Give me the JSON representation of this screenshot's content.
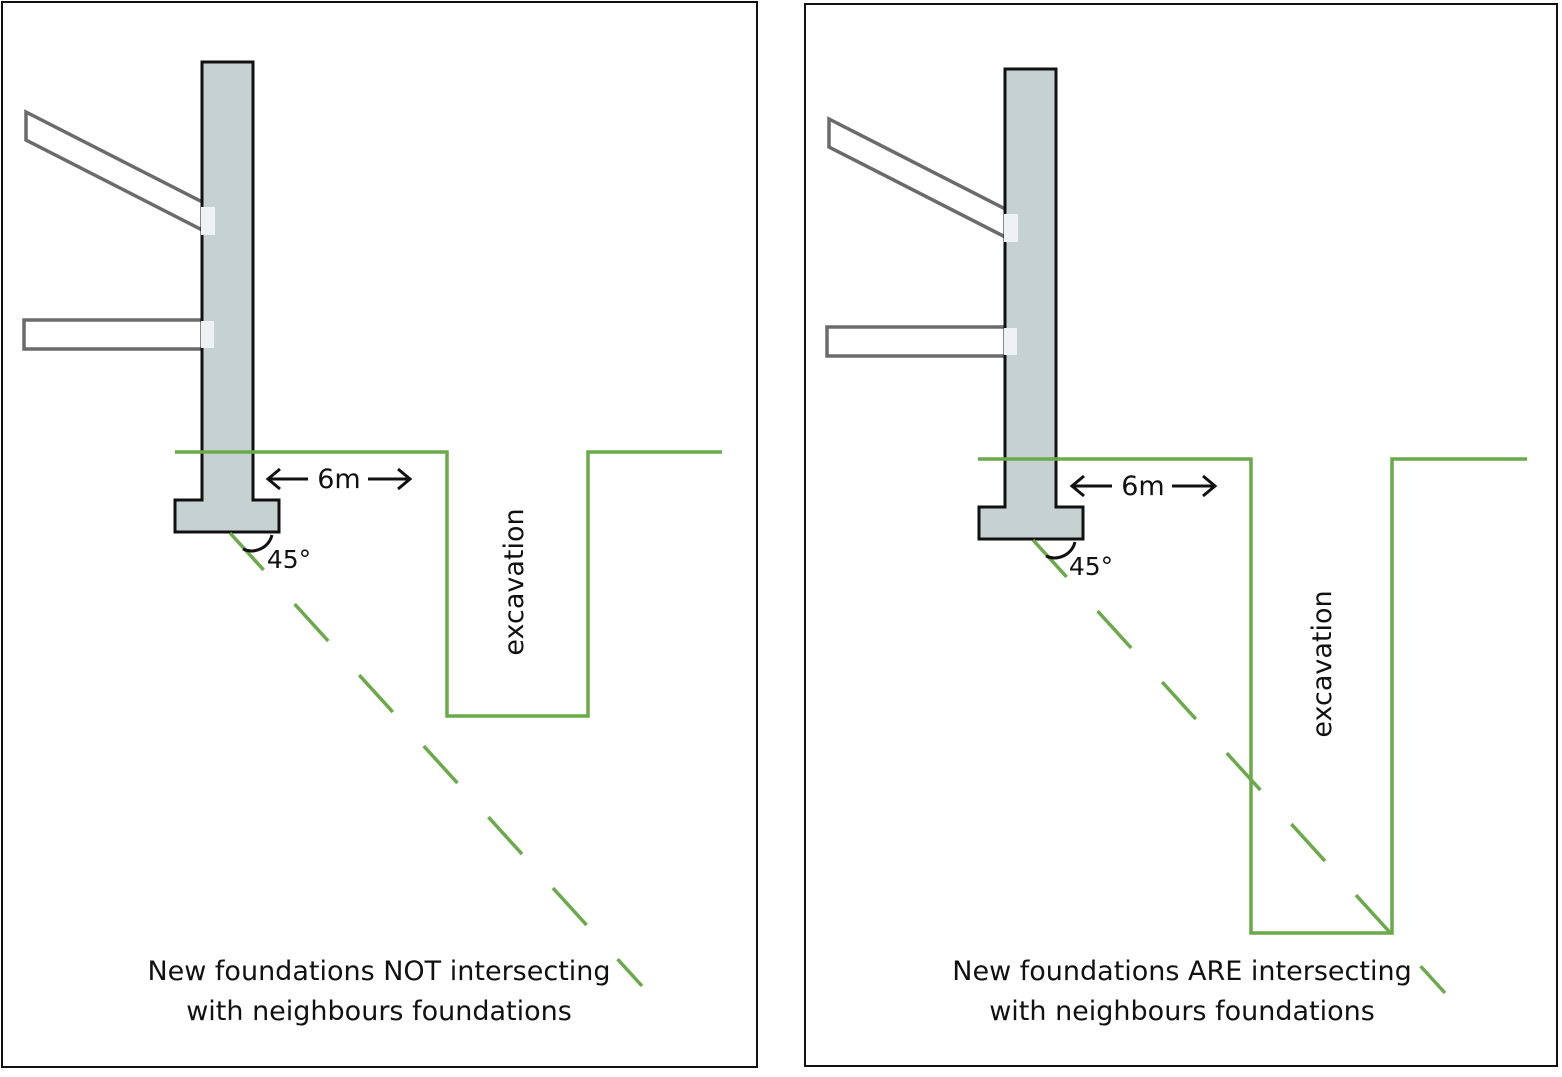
{
  "colors": {
    "green": "#6aaa4a",
    "wall_fill": "#c6d1d1",
    "wall_stroke": "#111111",
    "slab_stroke": "#6b6b6b",
    "frame": "#111111"
  },
  "panels": [
    {
      "distance_label": "6m",
      "angle_label": "45°",
      "excavation_label": "excavation",
      "caption_line1": "New foundations NOT intersecting",
      "caption_line2": "with neighbours foundations"
    },
    {
      "distance_label": "6m",
      "angle_label": "45°",
      "excavation_label": "excavation",
      "caption_line1": "New foundations ARE intersecting",
      "caption_line2": "with neighbours foundations"
    }
  ]
}
